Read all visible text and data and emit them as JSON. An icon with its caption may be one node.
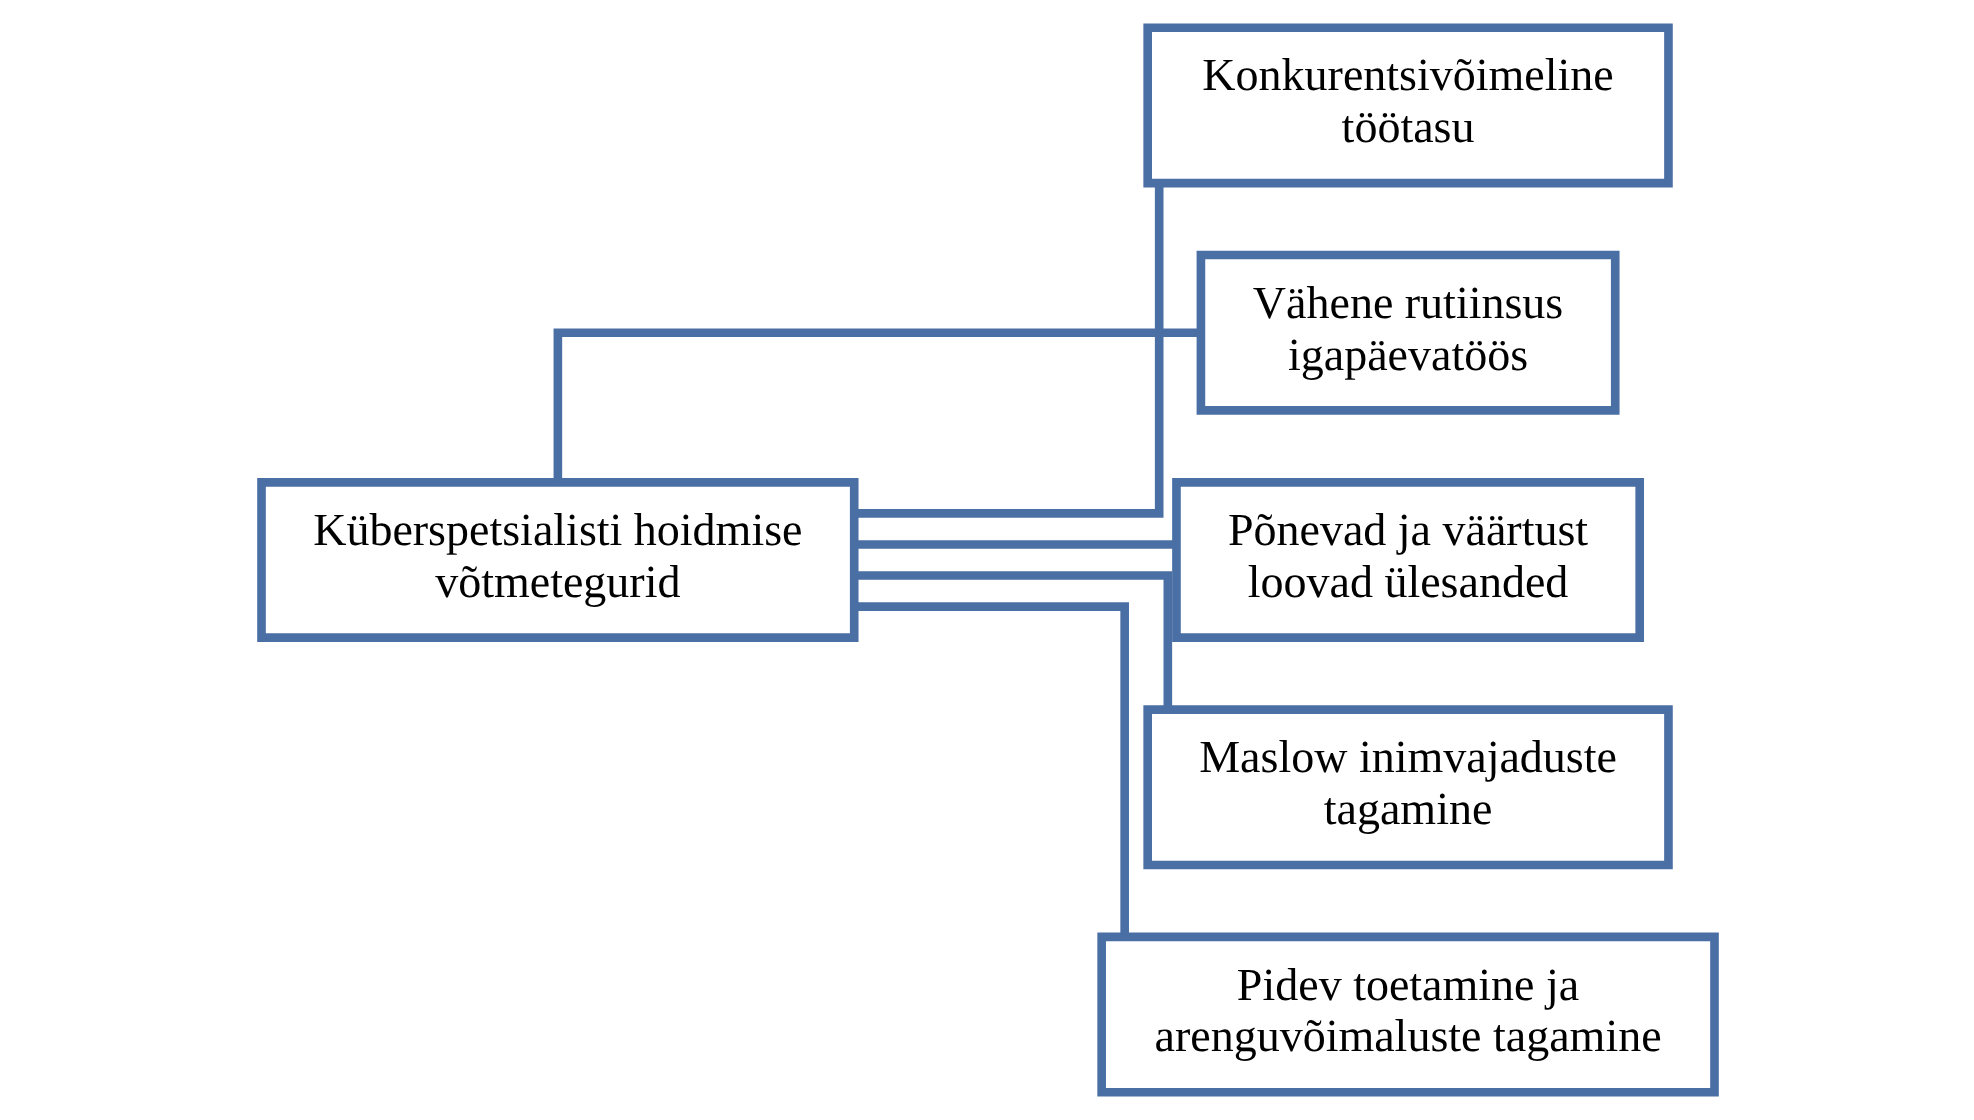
{
  "diagram": {
    "nodes": [
      {
        "text": [
          "Küberspetsialisti hoidmise võtmetegurid"
        ]
      },
      {
        "text": [
          "Konkurentsivõimeline töötasu"
        ]
      },
      {
        "text": [
          "Vähene rutiinsus igapäevatöös"
        ]
      },
      {
        "text": [
          "Põnevad ja väärtust loovad ülesanded"
        ]
      },
      {
        "text": [
          "Maslow inimvajaduste tagamine"
        ]
      },
      {
        "text": [
          "Pidev toetamine ja arenguvõimaluste tagamine"
        ]
      }
    ],
    "edges": [
      {
        "from": 0,
        "to": 1,
        "arrow": "none"
      },
      {
        "from": 0,
        "to": 2,
        "arrow": "none"
      },
      {
        "from": 0,
        "to": 3,
        "arrow": "none"
      },
      {
        "from": 0,
        "to": 4,
        "arrow": "none"
      },
      {
        "from": 0,
        "to": 5,
        "arrow": "none"
      }
    ]
  }
}
